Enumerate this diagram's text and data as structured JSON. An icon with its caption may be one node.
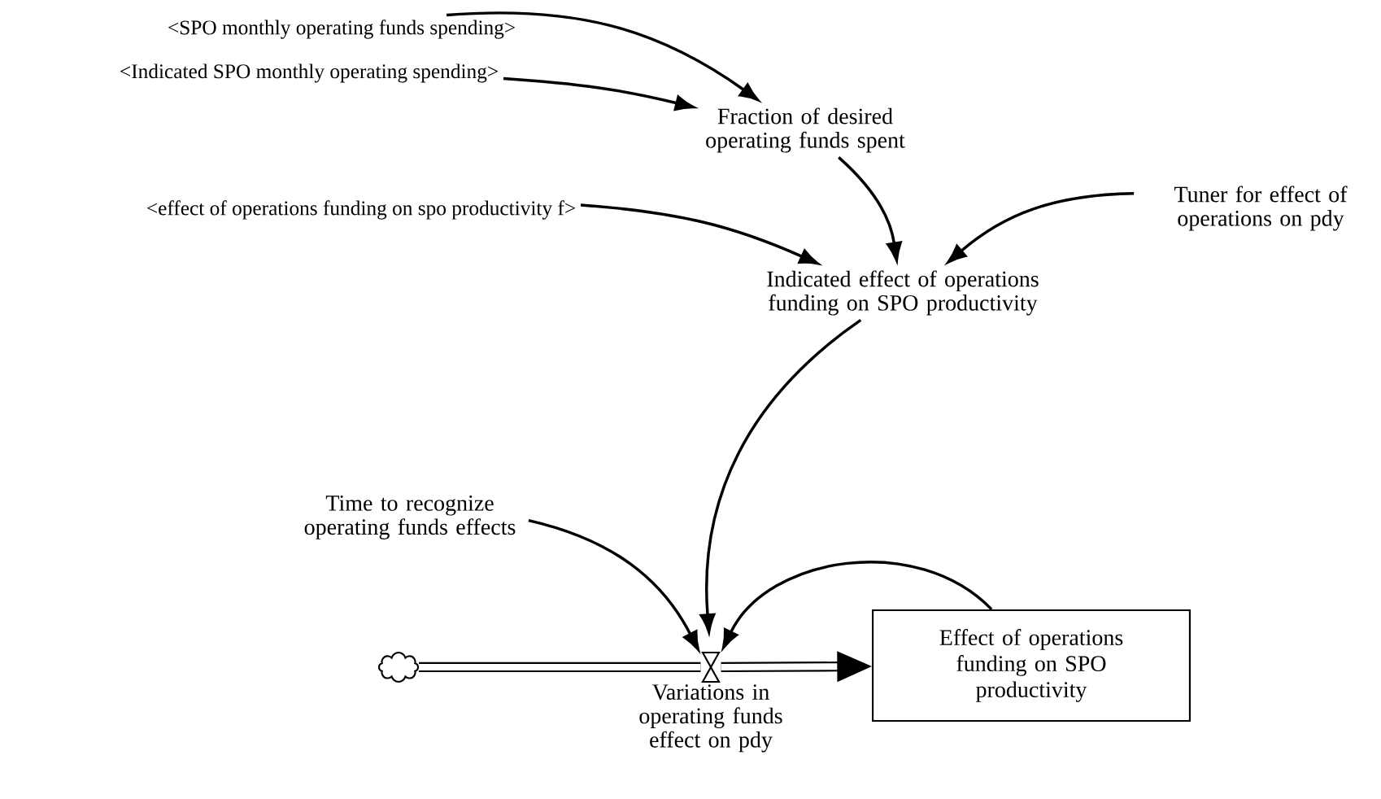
{
  "diagram": {
    "nodes": [
      {
        "text": [
          "<SPO monthly operating funds spending>"
        ]
      },
      {
        "text": [
          "<Indicated SPO monthly operating spending>"
        ]
      },
      {
        "text": [
          "Fraction of desired operating funds spent"
        ]
      },
      {
        "text": [
          "<effect of operations funding on spo productivity f>"
        ]
      },
      {
        "text": [
          "Tuner for effect of operations on pdy"
        ]
      },
      {
        "text": [
          "Indicated effect of operations funding on SPO productivity"
        ]
      },
      {
        "text": [
          "Time to recognize operating funds effects"
        ]
      },
      {
        "text": [],
        "shape": "cloud"
      },
      {
        "text": [
          "Variations in operating funds effect on pdy"
        ]
      },
      {
        "text": [
          "Effect of operations funding on SPO productivity"
        ]
      }
    ],
    "edges": [
      {
        "from": 0,
        "to": 2,
        "arrow": "to"
      },
      {
        "from": 1,
        "to": 2,
        "arrow": "to"
      },
      {
        "from": 3,
        "to": 5,
        "arrow": "to"
      },
      {
        "from": 2,
        "to": 5,
        "arrow": "to"
      },
      {
        "from": 4,
        "to": 5,
        "arrow": "to"
      },
      {
        "from": 5,
        "to": 8,
        "arrow": "to"
      },
      {
        "from": 6,
        "to": 8,
        "arrow": "to"
      },
      {
        "from": 9,
        "to": 8,
        "arrow": "to"
      },
      {
        "from": 7,
        "to": 8,
        "arrow": "none",
        "style": "thick"
      },
      {
        "from": 8,
        "to": 9,
        "arrow": "to",
        "style": "thick"
      }
    ]
  }
}
